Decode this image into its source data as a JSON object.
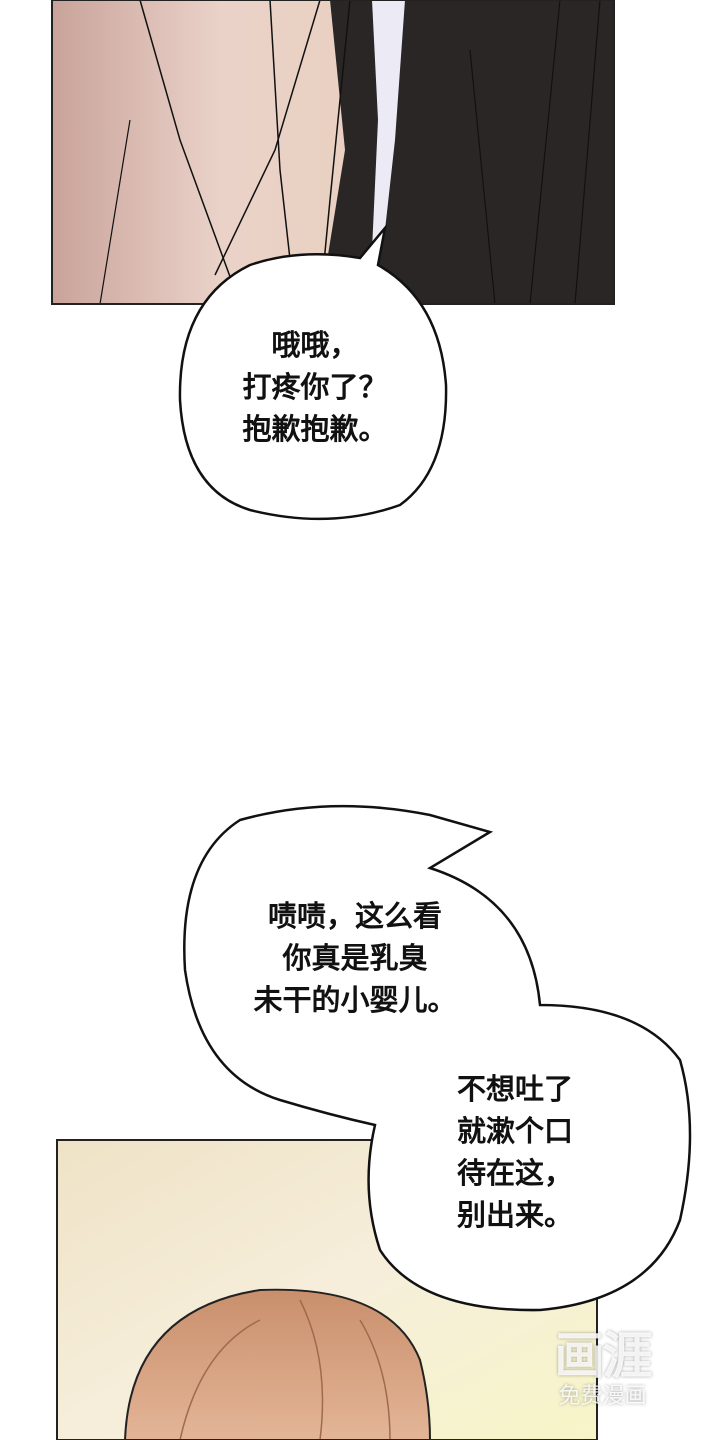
{
  "bubbles": [
    {
      "lines": [
        "哦哦，",
        "打疼你了？",
        "抱歉抱歉。"
      ]
    },
    {
      "lines": [
        "啧啧，这么看",
        "你真是乳臭",
        "未干的小婴儿。"
      ]
    },
    {
      "lines": [
        "不想吐了",
        "就漱个口",
        "待在这，",
        "别出来。"
      ]
    }
  ],
  "watermark": {
    "logo": "画涯",
    "subtitle": "免费漫画"
  },
  "colors": {
    "skin": "#e3c9bc",
    "suit": "#2a2626",
    "hair": "#d8a887",
    "background": "#f2e8cf"
  }
}
